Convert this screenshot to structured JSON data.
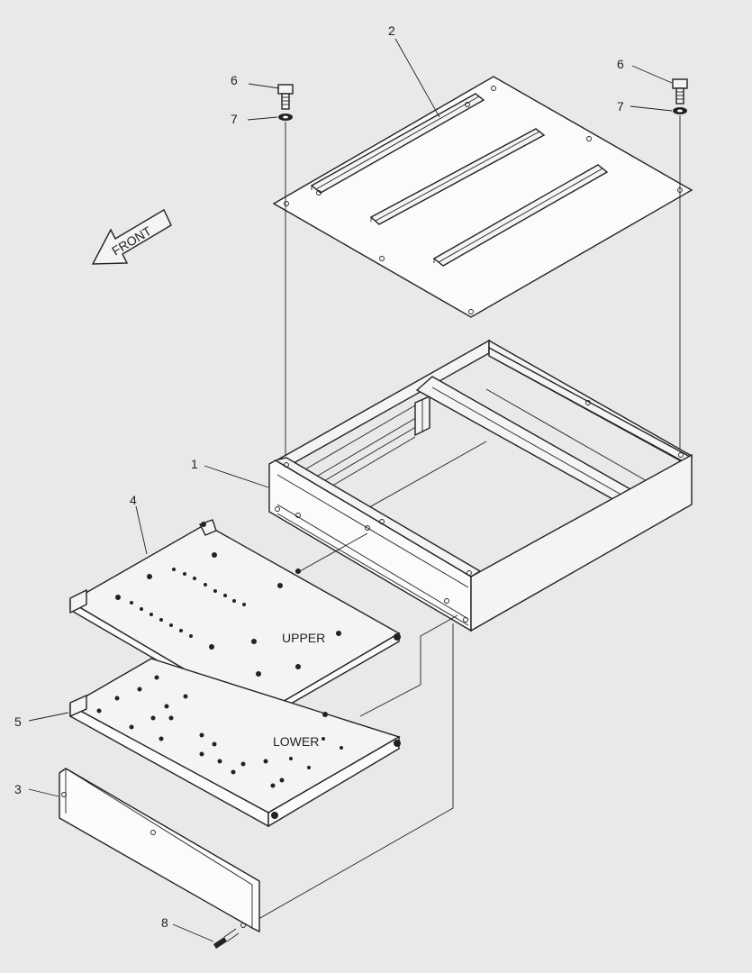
{
  "callouts": {
    "c1": "1",
    "c2": "2",
    "c3": "3",
    "c4": "4",
    "c5": "5",
    "c6a": "6",
    "c6b": "6",
    "c7a": "7",
    "c7b": "7",
    "c8": "8"
  },
  "labels": {
    "front": "FRONT",
    "upper": "UPPER",
    "lower": "LOWER"
  },
  "colors": {
    "background": "#e9e9e9",
    "line": "#222222"
  }
}
